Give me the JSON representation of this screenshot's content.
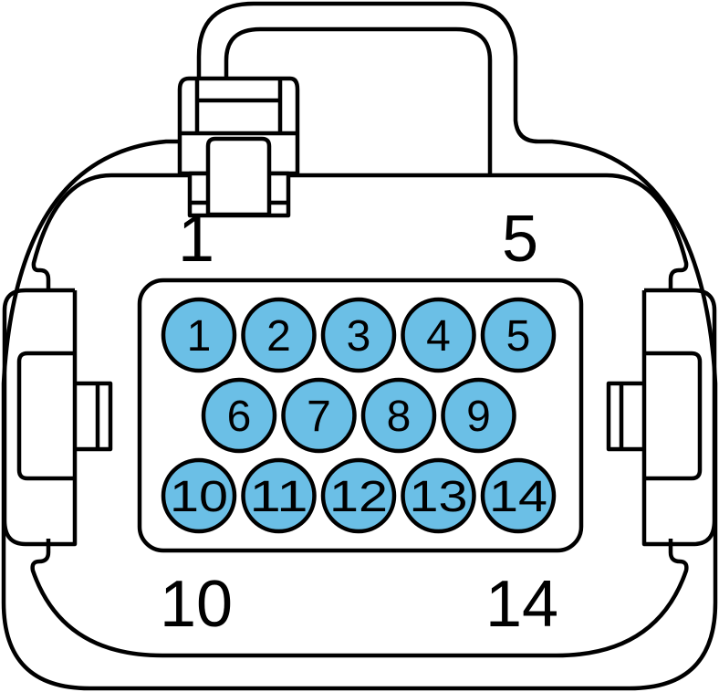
{
  "corner_labels": {
    "top_left": "1",
    "top_right": "5",
    "bottom_left": "10",
    "bottom_right": "14"
  },
  "pin_color": "#6bbfe6",
  "pins": [
    {
      "label": "1",
      "row": 0,
      "col": 0
    },
    {
      "label": "2",
      "row": 0,
      "col": 1
    },
    {
      "label": "3",
      "row": 0,
      "col": 2
    },
    {
      "label": "4",
      "row": 0,
      "col": 3
    },
    {
      "label": "5",
      "row": 0,
      "col": 4
    },
    {
      "label": "6",
      "row": 1,
      "col": 0
    },
    {
      "label": "7",
      "row": 1,
      "col": 1
    },
    {
      "label": "8",
      "row": 1,
      "col": 2
    },
    {
      "label": "9",
      "row": 1,
      "col": 3
    },
    {
      "label": "10",
      "row": 2,
      "col": 0
    },
    {
      "label": "11",
      "row": 2,
      "col": 1
    },
    {
      "label": "12",
      "row": 2,
      "col": 2
    },
    {
      "label": "13",
      "row": 2,
      "col": 3
    },
    {
      "label": "14",
      "row": 2,
      "col": 4
    }
  ]
}
